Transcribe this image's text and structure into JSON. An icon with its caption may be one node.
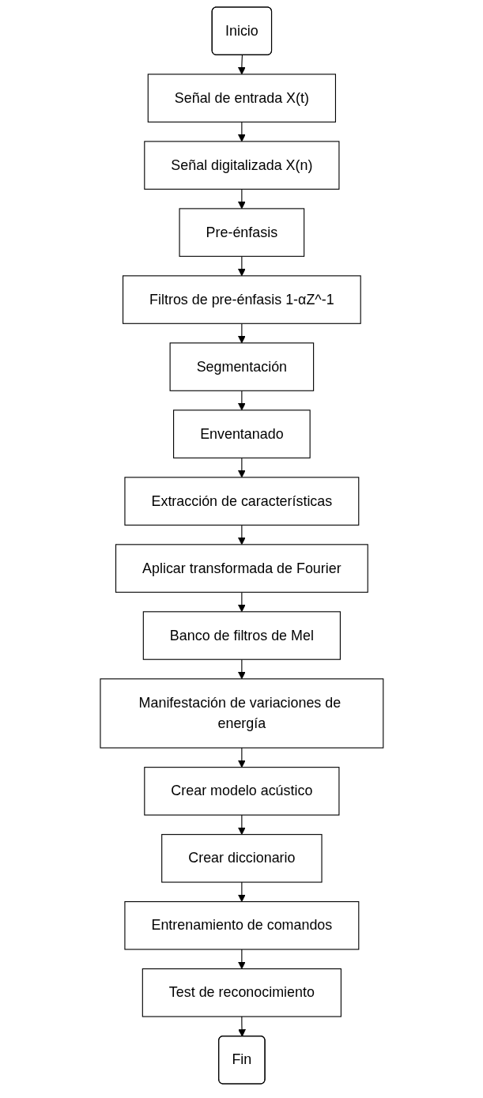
{
  "diagram": {
    "nodes": [
      {
        "text": [
          "Inicio"
        ]
      },
      {
        "text": [
          "Señal de entrada X(t)"
        ]
      },
      {
        "text": [
          "Señal digitalizada X(n)"
        ]
      },
      {
        "text": [
          "Pre-énfasis"
        ]
      },
      {
        "text": [
          "Filtros de pre-énfasis 1-αZ^-1"
        ]
      },
      {
        "text": [
          "Segmentación"
        ]
      },
      {
        "text": [
          "Enventanado"
        ]
      },
      {
        "text": [
          "Extracción de características"
        ]
      },
      {
        "text": [
          "Aplicar transformada de Fourier"
        ]
      },
      {
        "text": [
          "Banco de filtros de Mel"
        ]
      },
      {
        "text": [
          "Manifestación de variaciones de energía"
        ]
      },
      {
        "text": [
          "Crear modelo acústico"
        ]
      },
      {
        "text": [
          "Crear diccionario"
        ]
      },
      {
        "text": [
          "Entrenamiento de comandos"
        ]
      },
      {
        "text": [
          "Test de reconocimiento"
        ]
      },
      {
        "text": [
          "Fin"
        ]
      }
    ],
    "edges": [
      {
        "from": 0,
        "to": 1,
        "arrow": "to"
      },
      {
        "from": 1,
        "to": 2,
        "arrow": "to"
      },
      {
        "from": 2,
        "to": 3,
        "arrow": "to"
      },
      {
        "from": 3,
        "to": 4,
        "arrow": "to"
      },
      {
        "from": 4,
        "to": 5,
        "arrow": "to"
      },
      {
        "from": 5,
        "to": 6,
        "arrow": "to"
      },
      {
        "from": 6,
        "to": 7,
        "arrow": "to"
      },
      {
        "from": 7,
        "to": 8,
        "arrow": "to"
      },
      {
        "from": 8,
        "to": 9,
        "arrow": "to"
      },
      {
        "from": 9,
        "to": 10,
        "arrow": "to"
      },
      {
        "from": 10,
        "to": 11,
        "arrow": "to"
      },
      {
        "from": 11,
        "to": 12,
        "arrow": "to"
      },
      {
        "from": 12,
        "to": 13,
        "arrow": "to"
      },
      {
        "from": 13,
        "to": 14,
        "arrow": "to"
      },
      {
        "from": 14,
        "to": 15,
        "arrow": "to"
      }
    ]
  }
}
